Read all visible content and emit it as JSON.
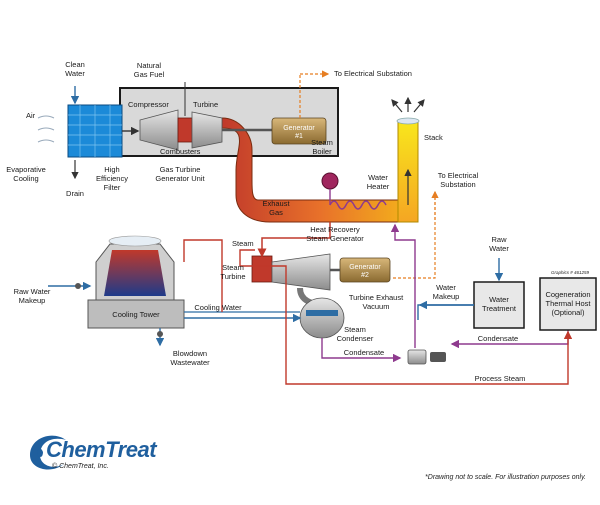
{
  "labels": {
    "clean_water": [
      "Clean",
      "Water"
    ],
    "natural_gas_fuel": [
      "Natural",
      "Gas Fuel"
    ],
    "to_electrical_substation_1": "To Electrical Substation",
    "compressor": "Compressor",
    "turbine": "Turbine",
    "air": "Air",
    "combusters": "Combusters",
    "generator_1": [
      "Generator",
      "#1"
    ],
    "stack": "Stack",
    "steam_boiler": [
      "Steam",
      "Boiler"
    ],
    "water_heater": [
      "Water",
      "Heater"
    ],
    "to_electrical_substation_2": [
      "To Electrical",
      "Substation"
    ],
    "evaporative_cooling": [
      "Evaporative",
      "Cooling"
    ],
    "high_efficiency_filter": [
      "High",
      "Efficiency",
      "Filter"
    ],
    "drain": "Drain",
    "gas_turbine_generator_unit": [
      "Gas Turbine",
      "Generator Unit"
    ],
    "exhaust_gas": [
      "Exhaust",
      "Gas"
    ],
    "hrsg": [
      "Heat Recovery",
      "Steam Generator"
    ],
    "steam": "Steam",
    "raw_water": [
      "Raw",
      "Water"
    ],
    "steam_turbine": [
      "Steam",
      "Turbine"
    ],
    "generator_2": [
      "Generator",
      "#2"
    ],
    "graphics_no": "Graphics # 461259",
    "raw_water_makeup": [
      "Raw Water",
      "Makeup"
    ],
    "water_makeup": [
      "Water",
      "Makeup"
    ],
    "water_treatment": [
      "Water",
      "Treatment"
    ],
    "cogeneration": [
      "Cogeneration",
      "Thermal Host",
      "(Optional)"
    ],
    "turbine_exhaust_vacuum": [
      "Turbine Exhaust",
      "Vacuum"
    ],
    "cooling_tower": "Cooling Tower",
    "cooling_water": "Cooling Water",
    "steam_condenser": [
      "Steam",
      "Condenser"
    ],
    "condensate_1": "Condensate",
    "condensate_2": "Condensate",
    "blowdown_wastewater": [
      "Blowdown",
      "Wastewater"
    ],
    "process_steam": "Process Steam"
  },
  "footer": {
    "logo": "ChemTreat",
    "copyright": "© ChemTreat, Inc.",
    "disclaimer": "*Drawing not to scale. For illustration purposes only."
  },
  "colors": {
    "process_steam_line": "#c0392b",
    "condensate_line": "#8e3a8e",
    "cooling_water_line": "#2e6da4",
    "electrical_line": "#e67e22",
    "exhaust_orange": "#e8712a",
    "stack_yellow": "#f5d90a",
    "brand_blue": "#1f5f9e"
  }
}
